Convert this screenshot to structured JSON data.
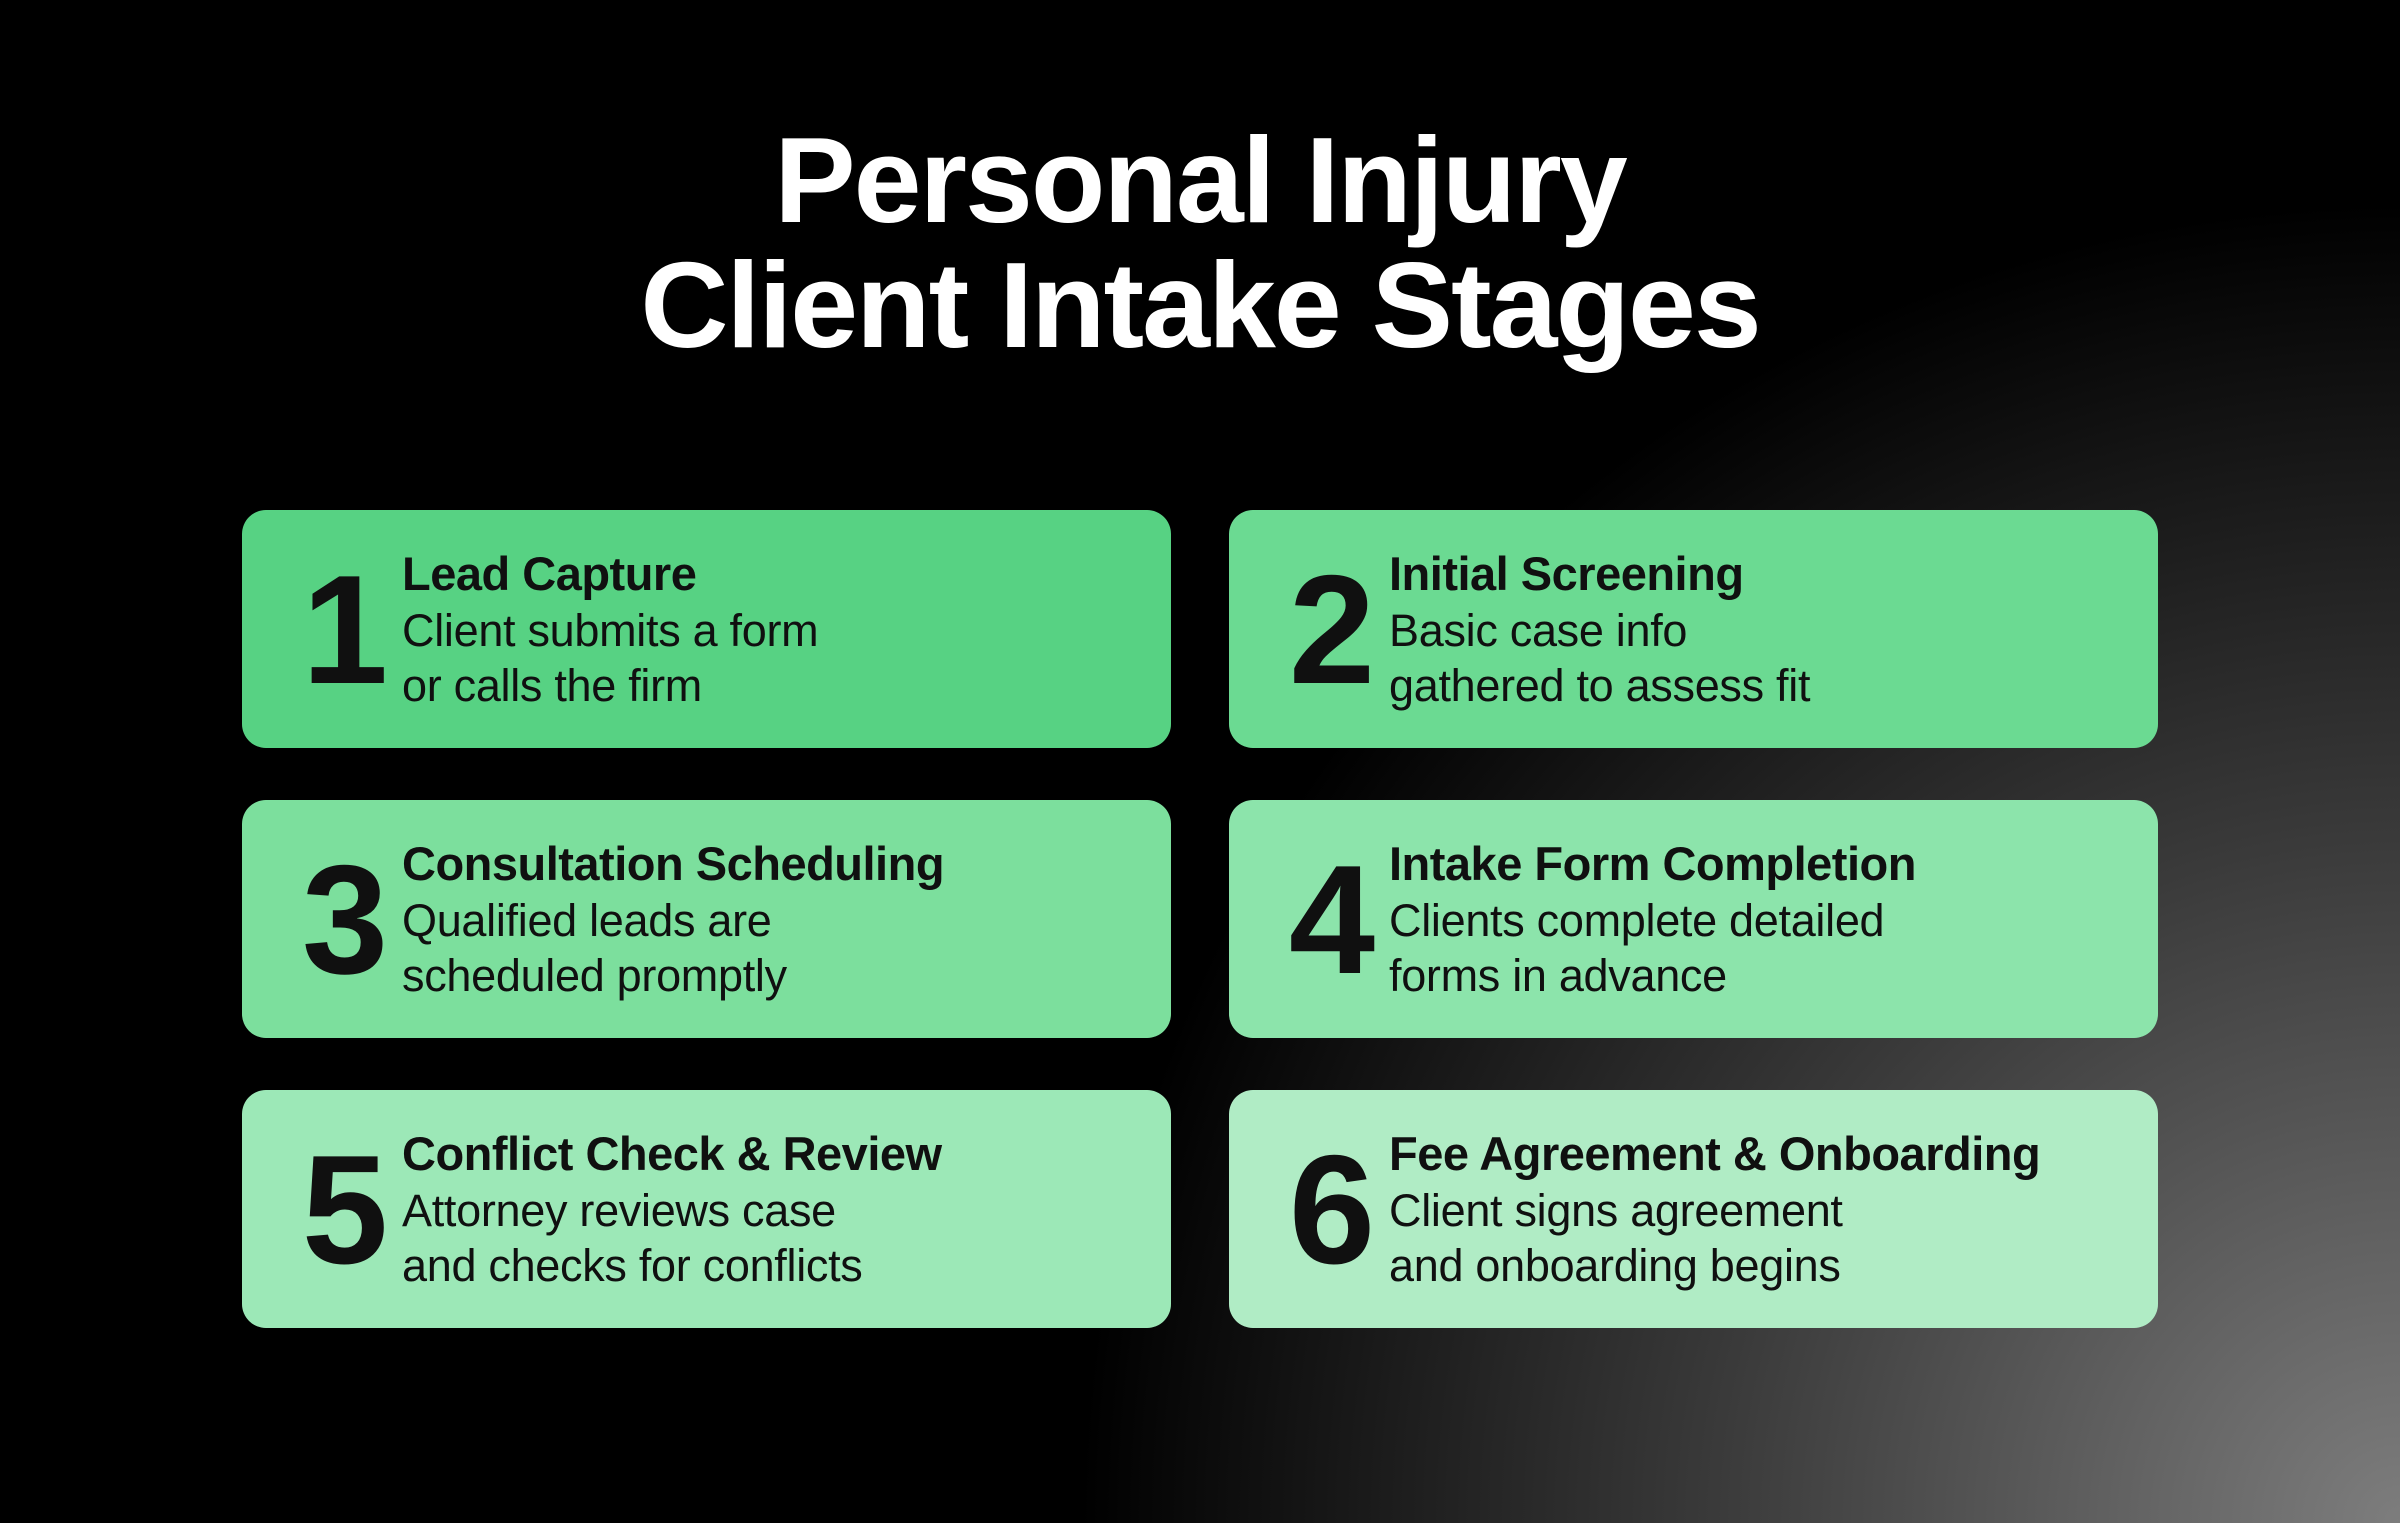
{
  "page": {
    "title_line1": "Personal Injury",
    "title_line2": "Client Intake Stages"
  },
  "colors": {
    "background": "#000000",
    "corner_glow": "#7d7d7d",
    "title_text": "#ffffff",
    "card_text": "#101010"
  },
  "cards": [
    {
      "number": "1",
      "title": "Lead Capture",
      "line1": "Client submits a form",
      "line2": "or calls the firm",
      "color": "#57d283"
    },
    {
      "number": "2",
      "title": "Initial Screening",
      "line1": "Basic case info",
      "line2": "gathered to assess fit",
      "color": "#6bda92"
    },
    {
      "number": "3",
      "title": "Consultation Scheduling",
      "line1": "Qualified leads are",
      "line2": "scheduled promptly",
      "color": "#7cdf9d"
    },
    {
      "number": "4",
      "title": "Intake Form Completion",
      "line1": "Clients complete detailed",
      "line2": "forms in advance",
      "color": "#8ce4ab"
    },
    {
      "number": "5",
      "title": "Conflict Check & Review",
      "line1": "Attorney reviews case",
      "line2": "and checks for conflicts",
      "color": "#9ce8b7"
    },
    {
      "number": "6",
      "title": "Fee Agreement & Onboarding",
      "line1": "Client signs agreement",
      "line2": "and onboarding begins",
      "color": "#b0ecc5"
    }
  ]
}
